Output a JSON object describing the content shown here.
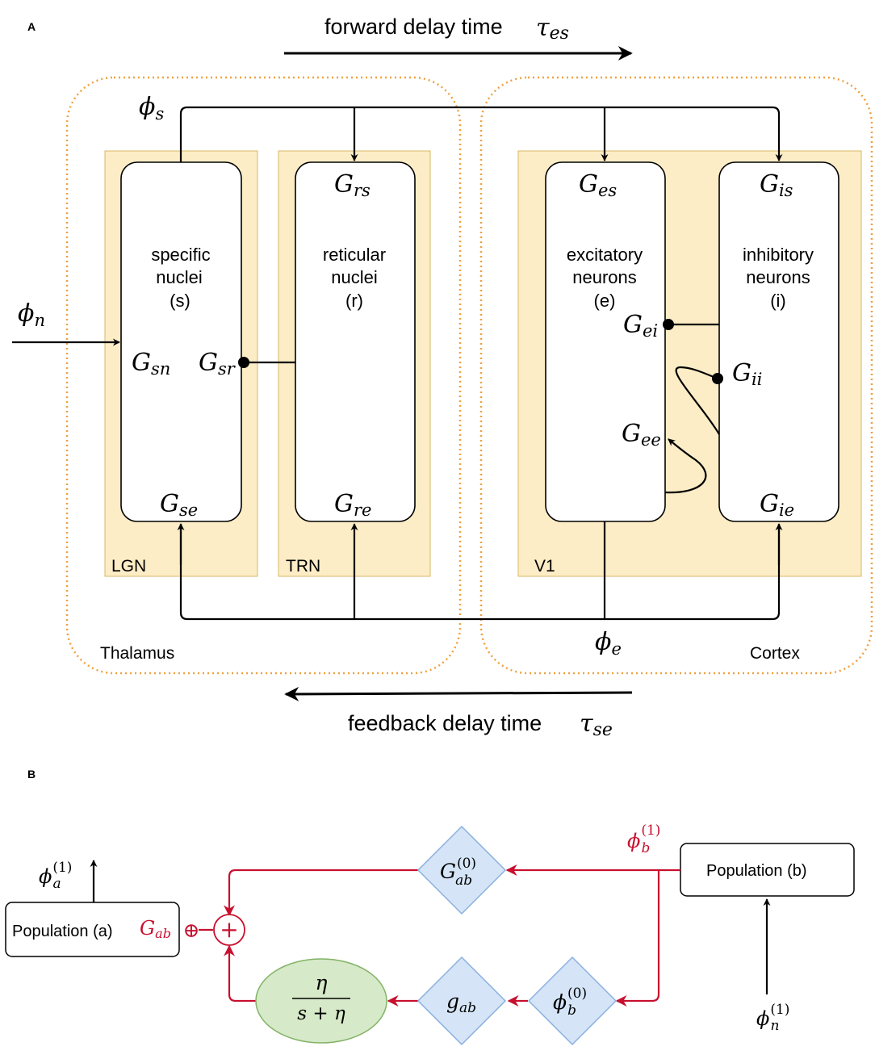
{
  "panel_a": {
    "label": "A",
    "forward_text": "forward delay time",
    "feedback_text": "feedback delay time",
    "tau_es": {
      "base": "τ",
      "sub": "es"
    },
    "tau_se": {
      "base": "τ",
      "sub": "se"
    },
    "phi_s": {
      "base": "ϕ",
      "sub": "s"
    },
    "phi_n": {
      "base": "ϕ",
      "sub": "n"
    },
    "phi_e": {
      "base": "ϕ",
      "sub": "e"
    },
    "regions": {
      "lgn": "LGN",
      "trn": "TRN",
      "v1": "V1",
      "thalamus": "Thalamus",
      "cortex": "Cortex"
    },
    "nuclei": {
      "specific": [
        "specific",
        "nuclei",
        "(s)"
      ],
      "reticular": [
        "reticular",
        "nuclei",
        "(r)"
      ],
      "excitatory": [
        "excitatory",
        "neurons",
        "(e)"
      ],
      "inhibitory": [
        "inhibitory",
        "neurons",
        "(i)"
      ]
    },
    "gains": {
      "G_rs": {
        "base": "G",
        "sub": "rs"
      },
      "G_es": {
        "base": "G",
        "sub": "es"
      },
      "G_is": {
        "base": "G",
        "sub": "is"
      },
      "G_sn": {
        "base": "G",
        "sub": "sn"
      },
      "G_sr": {
        "base": "G",
        "sub": "sr"
      },
      "G_ei": {
        "base": "G",
        "sub": "ei"
      },
      "G_ii": {
        "base": "G",
        "sub": "ii"
      },
      "G_ee": {
        "base": "G",
        "sub": "ee"
      },
      "G_se": {
        "base": "G",
        "sub": "se"
      },
      "G_re": {
        "base": "G",
        "sub": "re"
      },
      "G_ie": {
        "base": "G",
        "sub": "ie"
      }
    }
  },
  "panel_b": {
    "label": "B",
    "population_a": "Population (a)",
    "population_b": "Population (b)",
    "G_ab": {
      "base": "G",
      "sub": "ab"
    },
    "G0_ab": {
      "base": "G",
      "sup": "(0)",
      "sub": "ab"
    },
    "g_ab": {
      "base": "g",
      "sub": "ab"
    },
    "phi0_b": {
      "base": "ϕ",
      "sup": "(0)",
      "sub": "b"
    },
    "phi1_a": {
      "base": "ϕ",
      "sup": "(1)",
      "sub": "a"
    },
    "phi1_b": {
      "base": "ϕ",
      "sup": "(1)",
      "sub": "b"
    },
    "phi1_n": {
      "base": "ϕ",
      "sup": "(1)",
      "sub": "n"
    },
    "filter": {
      "numerator": "η",
      "denominator": "s + η"
    },
    "sum_symbol": "+",
    "oplus_symbol": "⊕"
  },
  "colors": {
    "region_fill": "#fdedc6",
    "region_stroke": "#d7b867",
    "dotted_border": "#f0a040",
    "red": "#c8102e",
    "diamond_fill": "#d5e5f7",
    "diamond_stroke": "#8ab0de",
    "ellipse_fill": "#d6e9c8",
    "ellipse_stroke": "#82b366"
  }
}
